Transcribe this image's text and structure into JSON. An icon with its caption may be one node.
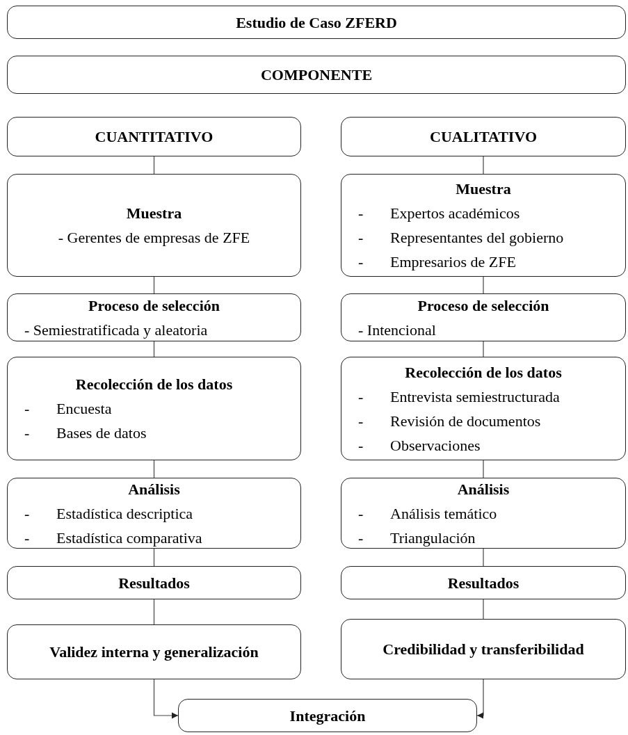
{
  "diagram": {
    "nodes": [
      {
        "text": [
          "Estudio de Caso ZFERD"
        ]
      },
      {
        "text": [
          "COMPONENTE"
        ]
      },
      {
        "text": [
          "CUANTITATIVO"
        ]
      },
      {
        "text": [
          "CUALITATIVO"
        ]
      },
      {
        "text": [
          "Muestra",
          "- Gerentes de empresas de ZFE"
        ]
      },
      {
        "text": [
          "Muestra",
          "- Expertos académicos",
          "- Representantes del gobierno",
          "- Empresarios de ZFE"
        ]
      },
      {
        "text": [
          "Proceso de selección",
          "- Semiestratificada y aleatoria"
        ]
      },
      {
        "text": [
          "Proceso de selección",
          "- Intencional"
        ]
      },
      {
        "text": [
          "Recolección de los datos",
          "- Encuesta",
          "- Bases de datos"
        ]
      },
      {
        "text": [
          "Recolección de los datos",
          "- Entrevista semiestructurada",
          "- Revisión de documentos",
          "- Observaciones"
        ]
      },
      {
        "text": [
          "Análisis",
          "- Estadística descriptica",
          "- Estadística comparativa"
        ]
      },
      {
        "text": [
          "Análisis",
          "- Análisis temático",
          "- Triangulación"
        ]
      },
      {
        "text": [
          "Resultados"
        ]
      },
      {
        "text": [
          "Resultados"
        ]
      },
      {
        "text": [
          "Validez interna y generalización"
        ]
      },
      {
        "text": [
          "Credibilidad y transferibilidad"
        ]
      },
      {
        "text": [
          "Integración"
        ]
      }
    ],
    "edges": [
      {
        "from": 2,
        "to": 4,
        "arrow": "none"
      },
      {
        "from": 4,
        "to": 6,
        "arrow": "none"
      },
      {
        "from": 6,
        "to": 8,
        "arrow": "none"
      },
      {
        "from": 8,
        "to": 10,
        "arrow": "none"
      },
      {
        "from": 10,
        "to": 12,
        "arrow": "none"
      },
      {
        "from": 12,
        "to": 14,
        "arrow": "none"
      },
      {
        "from": 3,
        "to": 5,
        "arrow": "none"
      },
      {
        "from": 5,
        "to": 7,
        "arrow": "none"
      },
      {
        "from": 7,
        "to": 9,
        "arrow": "none"
      },
      {
        "from": 9,
        "to": 11,
        "arrow": "none"
      },
      {
        "from": 11,
        "to": 13,
        "arrow": "none"
      },
      {
        "from": 13,
        "to": 15,
        "arrow": "none"
      },
      {
        "from": 14,
        "to": 16,
        "arrow": "to"
      },
      {
        "from": 15,
        "to": 16,
        "arrow": "to"
      }
    ]
  }
}
